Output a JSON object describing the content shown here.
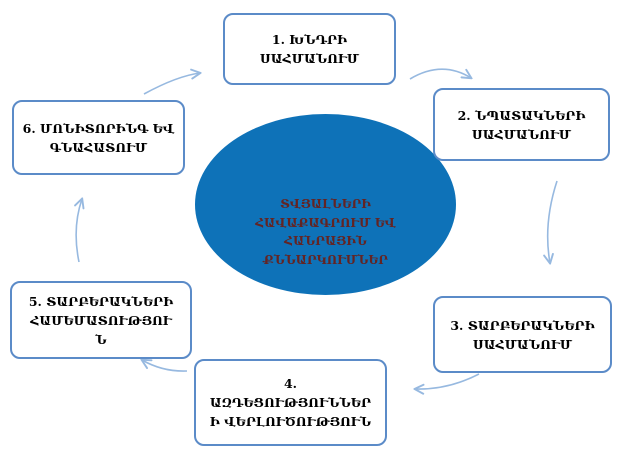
{
  "diagram": {
    "type": "cycle-process",
    "center": {
      "label": "ՏՎՅԱԼՆԵՐԻ\nՀԱՎԱՔԱԳՐՈՒՄ ԵՎ\nՀԱՆՐԱՅԻՆ\nՔՆՆԱՐԿՈՒՄՆԵՐ"
    },
    "steps": [
      {
        "id": 1,
        "label": "1. ԽՆԴՐԻ\nՍԱՀՄԱՆՈՒՄ"
      },
      {
        "id": 2,
        "label": "2. ՆՊԱՏԱԿՆԵՐԻ\nՍԱՀՄԱՆՈՒՄ"
      },
      {
        "id": 3,
        "label": "3. ՏԱՐԲԵՐԱԿՆԵՐԻ\nՍԱՀՄԱՆՈՒՄ"
      },
      {
        "id": 4,
        "label": "4.\nԱԶԴԵՑՈՒԹՅՈՒՆՆԵՐ\nԻ ՎԵՐԼՈՒԾՈՒԹՅՈՒՆ"
      },
      {
        "id": 5,
        "label": "5. ՏԱՐԲԵՐԱԿՆԵՐԻ\nՀԱՄԵՄԱՏՈՒԹՅՈՒ\nՆ"
      },
      {
        "id": 6,
        "label": "6. ՄՈՆԻՏՈՐԻՆԳ ԵՎ\nԳՆԱՀԱՏՈՒՄ"
      }
    ],
    "arrows": [
      {
        "from": 1,
        "to": 2
      },
      {
        "from": 2,
        "to": 3
      },
      {
        "from": 3,
        "to": 4
      },
      {
        "from": 4,
        "to": 5
      },
      {
        "from": 5,
        "to": 6
      },
      {
        "from": 6,
        "to": 1
      }
    ],
    "colors": {
      "ellipse_fill": "#0e72b8",
      "center_text": "#632423",
      "box_border": "#5b8bc8",
      "box_text": "#000000",
      "arrow": "#97b9e0",
      "background": "#ffffff"
    }
  }
}
